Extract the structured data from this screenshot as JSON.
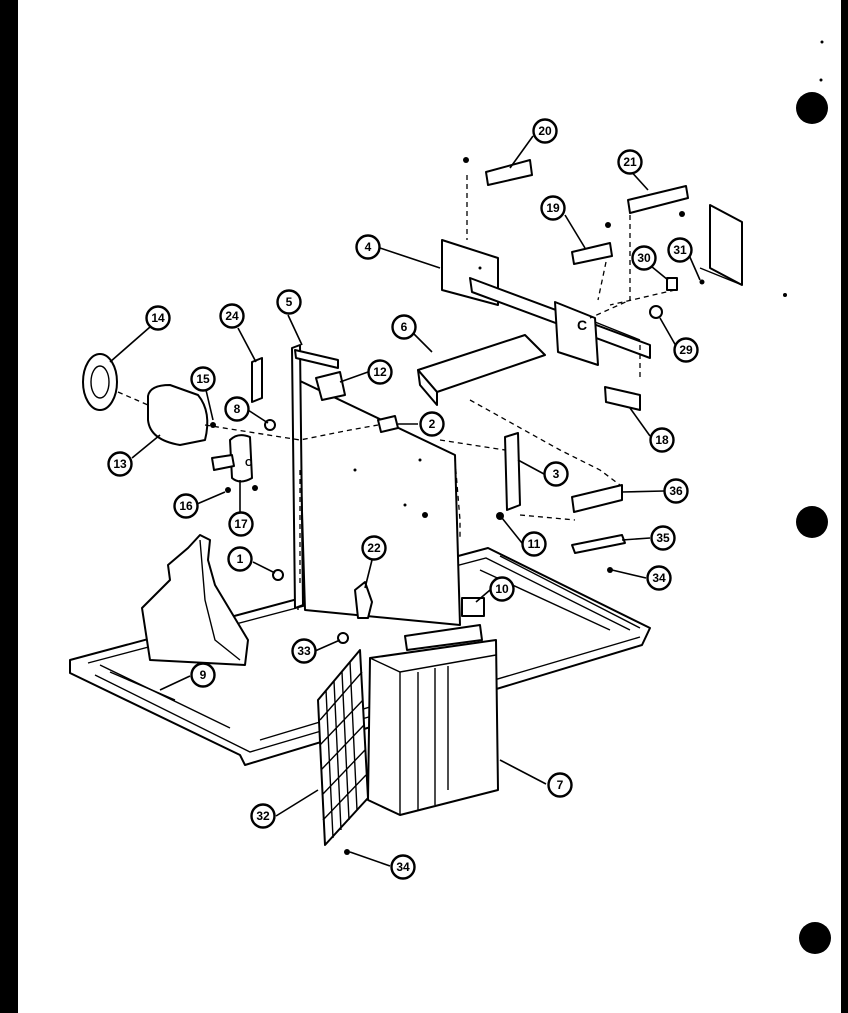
{
  "callouts": [
    {
      "label": "20"
    },
    {
      "label": "21"
    },
    {
      "label": "19"
    },
    {
      "label": "4"
    },
    {
      "label": "30"
    },
    {
      "label": "31"
    },
    {
      "label": "29"
    },
    {
      "label": "5"
    },
    {
      "label": "24"
    },
    {
      "label": "6"
    },
    {
      "label": "14"
    },
    {
      "label": "12"
    },
    {
      "label": "15"
    },
    {
      "label": "8"
    },
    {
      "label": "2"
    },
    {
      "label": "18"
    },
    {
      "label": "13"
    },
    {
      "label": "3"
    },
    {
      "label": "36"
    },
    {
      "label": "16"
    },
    {
      "label": "17"
    },
    {
      "label": "11"
    },
    {
      "label": "35"
    },
    {
      "label": "22"
    },
    {
      "label": "1"
    },
    {
      "label": "34"
    },
    {
      "label": "10"
    },
    {
      "label": "33"
    },
    {
      "label": "9"
    },
    {
      "label": "7"
    },
    {
      "label": "32"
    },
    {
      "label": "34"
    }
  ],
  "parts_drawing_marks": [
    {
      "label": "C"
    },
    {
      "label": "C"
    }
  ],
  "colors": {
    "line": "#000000",
    "paper": "#ffffff",
    "background": "#000000"
  }
}
